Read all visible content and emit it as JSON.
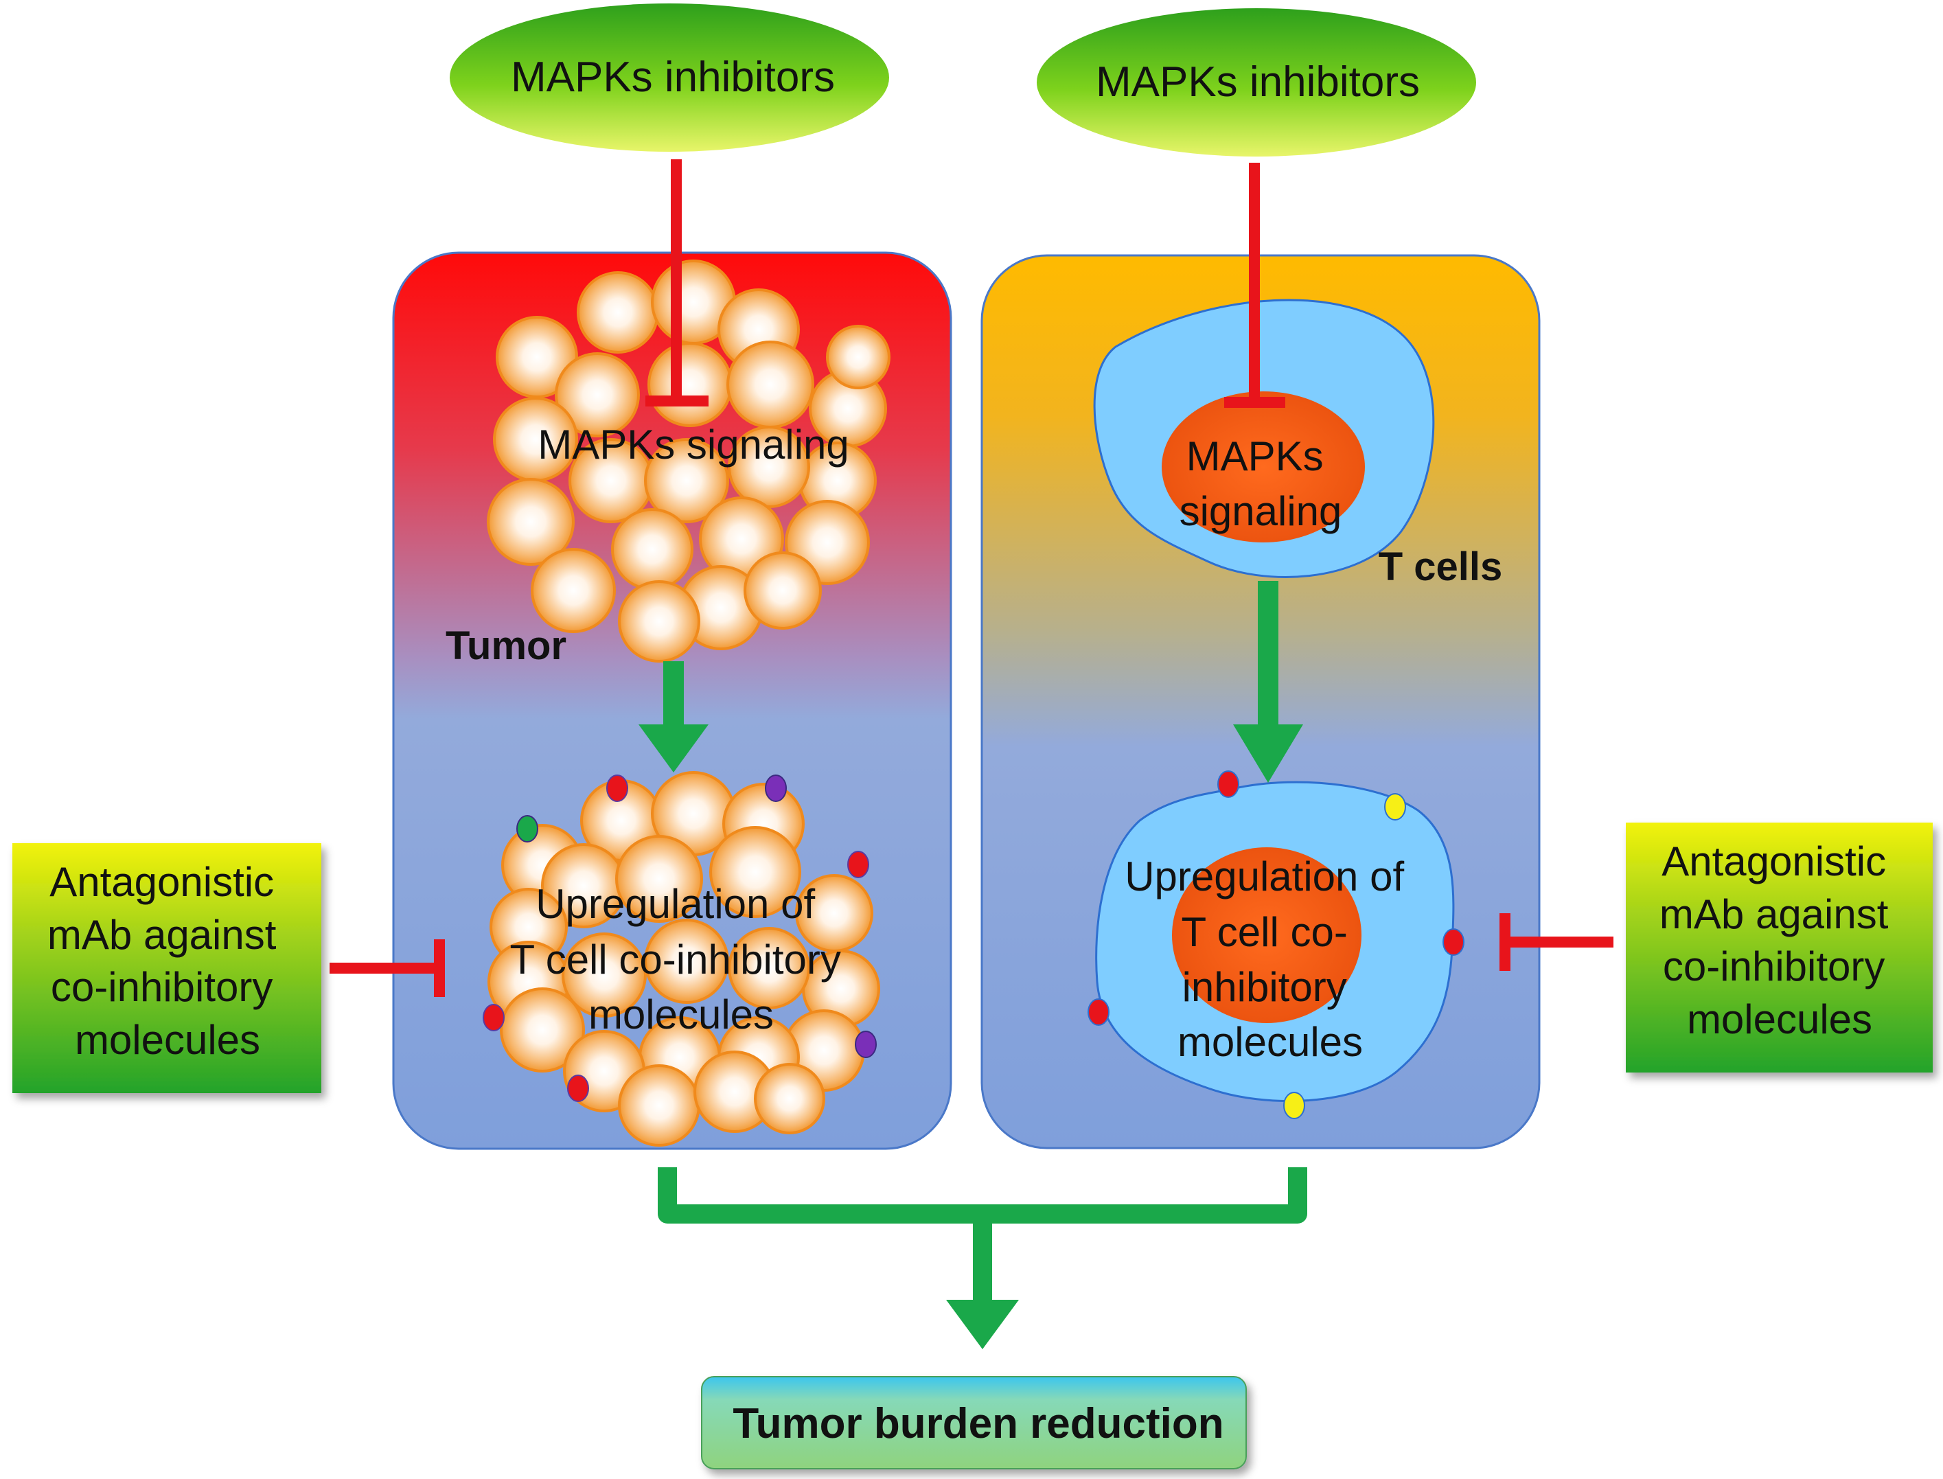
{
  "inhibitors": {
    "left": "MAPKs inhibitors",
    "right": "MAPKs inhibitors"
  },
  "tumor_panel": {
    "label": "Tumor",
    "signaling": "MAPKs signaling",
    "upregulation": [
      "Upregulation of",
      "T cell co-inhibitory",
      "molecules"
    ]
  },
  "tcell_panel": {
    "label": "T cells",
    "signaling": [
      "MAPKs",
      "signaling"
    ],
    "upregulation": [
      "Upregulation of",
      "T cell co-",
      "inhibitory",
      "molecules"
    ]
  },
  "antagonist": {
    "left": [
      "Antagonistic",
      "mAb against",
      "co-inhibitory",
      "molecules"
    ],
    "right": [
      "Antagonistic",
      "mAb against",
      "co-inhibitory",
      "molecules"
    ]
  },
  "outcome": "Tumor burden reduction",
  "colors": {
    "inhibit_red": "#e8141b",
    "activate_green": "#1aa84a",
    "tumor_cell": "#f7a23f",
    "tcell_membrane": "#7fcdff",
    "nucleus": "#f05a10",
    "panel_blue": "#86a3da"
  }
}
